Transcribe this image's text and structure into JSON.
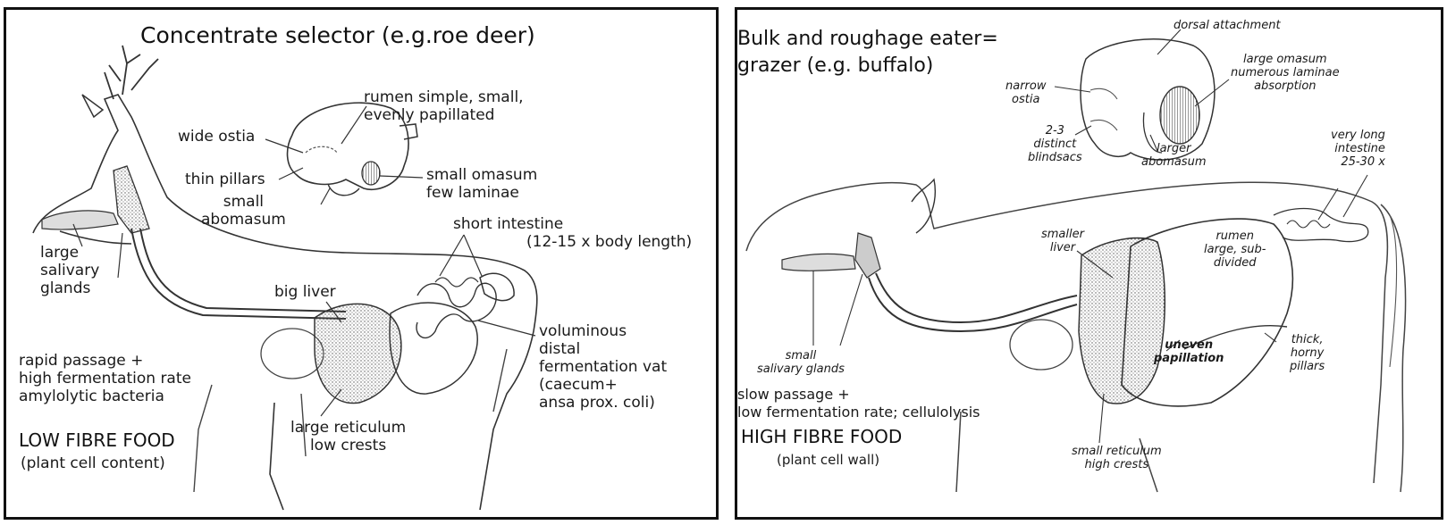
{
  "left": {
    "title": "Concentrate selector (e.g.roe deer)",
    "labels": {
      "rumen": "rumen simple, small,\nevenly papillated",
      "wide_ostia": "wide ostia",
      "thin_pillars": "thin pillars",
      "small_abomasum": "small\nabomasum",
      "small_omasum": "small omasum\nfew laminae",
      "short_intestine": "short intestine",
      "short_intestine_ratio": "(12-15 x body length)",
      "salivary": "large\nsalivary\nglands",
      "big_liver": "big liver",
      "voluminous": "voluminous\ndistal\nfermentation vat\n(caecum+\nansa prox. coli)",
      "rapid_passage": "rapid passage +\nhigh fermentation rate\namylolytic bacteria",
      "large_reticulum": "large reticulum\nlow crests"
    },
    "food_heading": "LOW FIBRE FOOD",
    "food_sub": "(plant cell content)"
  },
  "right": {
    "title": "Bulk and roughage eater=\ngrazer (e.g. buffalo)",
    "labels": {
      "dorsal_attachment": "dorsal attachment",
      "narrow_ostia": "narrow\nostia",
      "large_omasum": "large omasum\nnumerous laminae\nabsorption",
      "blindsacs": "2-3\ndistinct\nblindsacs",
      "larger_abomasum": "larger\nabomasum",
      "very_long_intestine": "very long\nintestine\n25-30 x",
      "smaller_liver": "smaller\nliver",
      "rumen": "rumen\nlarge, sub-\ndivided",
      "small_salivary": "small\nsalivary glands",
      "uneven": "uneven\npapillation",
      "thick_pillars": "thick,\nhorny\npillars",
      "slow_passage": "slow passage +\nlow fermentation rate; cellulolysis",
      "small_reticulum": "small reticulum\nhigh crests"
    },
    "food_heading": "HIGH FIBRE FOOD",
    "food_sub": "(plant cell wall)"
  }
}
